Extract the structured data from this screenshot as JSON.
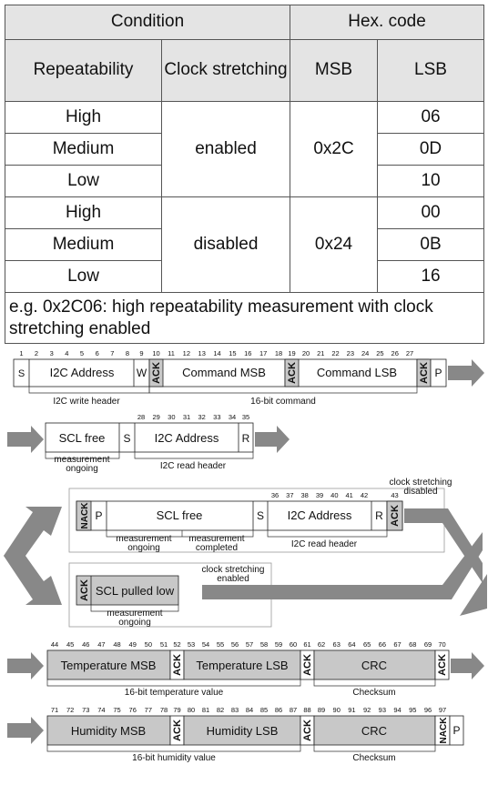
{
  "table": {
    "header": {
      "condition": "Condition",
      "hex_code": "Hex. code"
    },
    "subheader": {
      "repeatability": "Repeatability",
      "clock_stretching": "Clock stretching",
      "msb": "MSB",
      "lsb": "LSB"
    },
    "groups": [
      {
        "clock_stretching": "enabled",
        "msb": "0x2C",
        "rows": [
          {
            "repeatability": "High",
            "lsb": "06"
          },
          {
            "repeatability": "Medium",
            "lsb": "0D"
          },
          {
            "repeatability": "Low",
            "lsb": "10"
          }
        ]
      },
      {
        "clock_stretching": "disabled",
        "msb": "0x24",
        "rows": [
          {
            "repeatability": "High",
            "lsb": "00"
          },
          {
            "repeatability": "Medium",
            "lsb": "0B"
          },
          {
            "repeatability": "Low",
            "lsb": "16"
          }
        ]
      }
    ],
    "note": "e.g. 0x2C06: high repeatability measurement with clock stretching enabled"
  },
  "diagram": {
    "row1": {
      "bits": [
        "1",
        "2",
        "3",
        "4",
        "5",
        "6",
        "7",
        "8",
        "9",
        "10",
        "11",
        "12",
        "13",
        "14",
        "15",
        "16",
        "17",
        "18",
        "19",
        "20",
        "21",
        "22",
        "23",
        "24",
        "25",
        "26",
        "27"
      ],
      "s": "S",
      "i2c_address": "I2C Address",
      "w": "W",
      "ack": "ACK",
      "command_msb": "Command MSB",
      "command_lsb": "Command LSB",
      "p": "P",
      "write_header": "I2C write header",
      "command_16bit": "16-bit command"
    },
    "row2": {
      "bits": [
        "28",
        "29",
        "30",
        "31",
        "32",
        "33",
        "34",
        "35"
      ],
      "scl_free": "SCL free",
      "s": "S",
      "i2c_address": "I2C Address",
      "r": "R",
      "measurement_ongoing": "measurement ongoing",
      "read_header": "I2C read header"
    },
    "row3": {
      "bits": [
        "36",
        "37",
        "38",
        "39",
        "40",
        "41",
        "42",
        "43"
      ],
      "nack": "NACK",
      "p": "P",
      "scl_free": "SCL free",
      "s": "S",
      "i2c_address": "I2C Address",
      "r": "R",
      "ack": "ACK",
      "measurement_ongoing": "measurement ongoing",
      "measurement_completed": "measurement completed",
      "read_header": "I2C read header",
      "clock_stretching_disabled": "clock stretching disabled"
    },
    "row4": {
      "ack": "ACK",
      "scl_pulled_low": "SCL pulled low",
      "measurement_ongoing": "measurement ongoing",
      "clock_stretching_enabled": "clock stretching enabled"
    },
    "row5": {
      "bits": [
        "44",
        "45",
        "46",
        "47",
        "48",
        "49",
        "50",
        "51",
        "52",
        "53",
        "54",
        "55",
        "56",
        "57",
        "58",
        "59",
        "60",
        "61",
        "62",
        "63",
        "64",
        "65",
        "66",
        "67",
        "68",
        "69",
        "70"
      ],
      "temperature_msb": "Temperature MSB",
      "ack": "ACK",
      "temperature_lsb": "Temperature LSB",
      "crc": "CRC",
      "temperature_value": "16-bit temperature value",
      "checksum": "Checksum"
    },
    "row6": {
      "bits": [
        "71",
        "72",
        "73",
        "74",
        "75",
        "76",
        "77",
        "78",
        "79",
        "80",
        "81",
        "82",
        "83",
        "84",
        "85",
        "86",
        "87",
        "88",
        "89",
        "90",
        "91",
        "92",
        "93",
        "94",
        "95",
        "96",
        "97"
      ],
      "humidity_msb": "Humidity MSB",
      "ack": "ACK",
      "humidity_lsb": "Humidity LSB",
      "crc": "CRC",
      "nack": "NACK",
      "p": "P",
      "humidity_value": "16-bit humidity value",
      "checksum": "Checksum"
    }
  }
}
